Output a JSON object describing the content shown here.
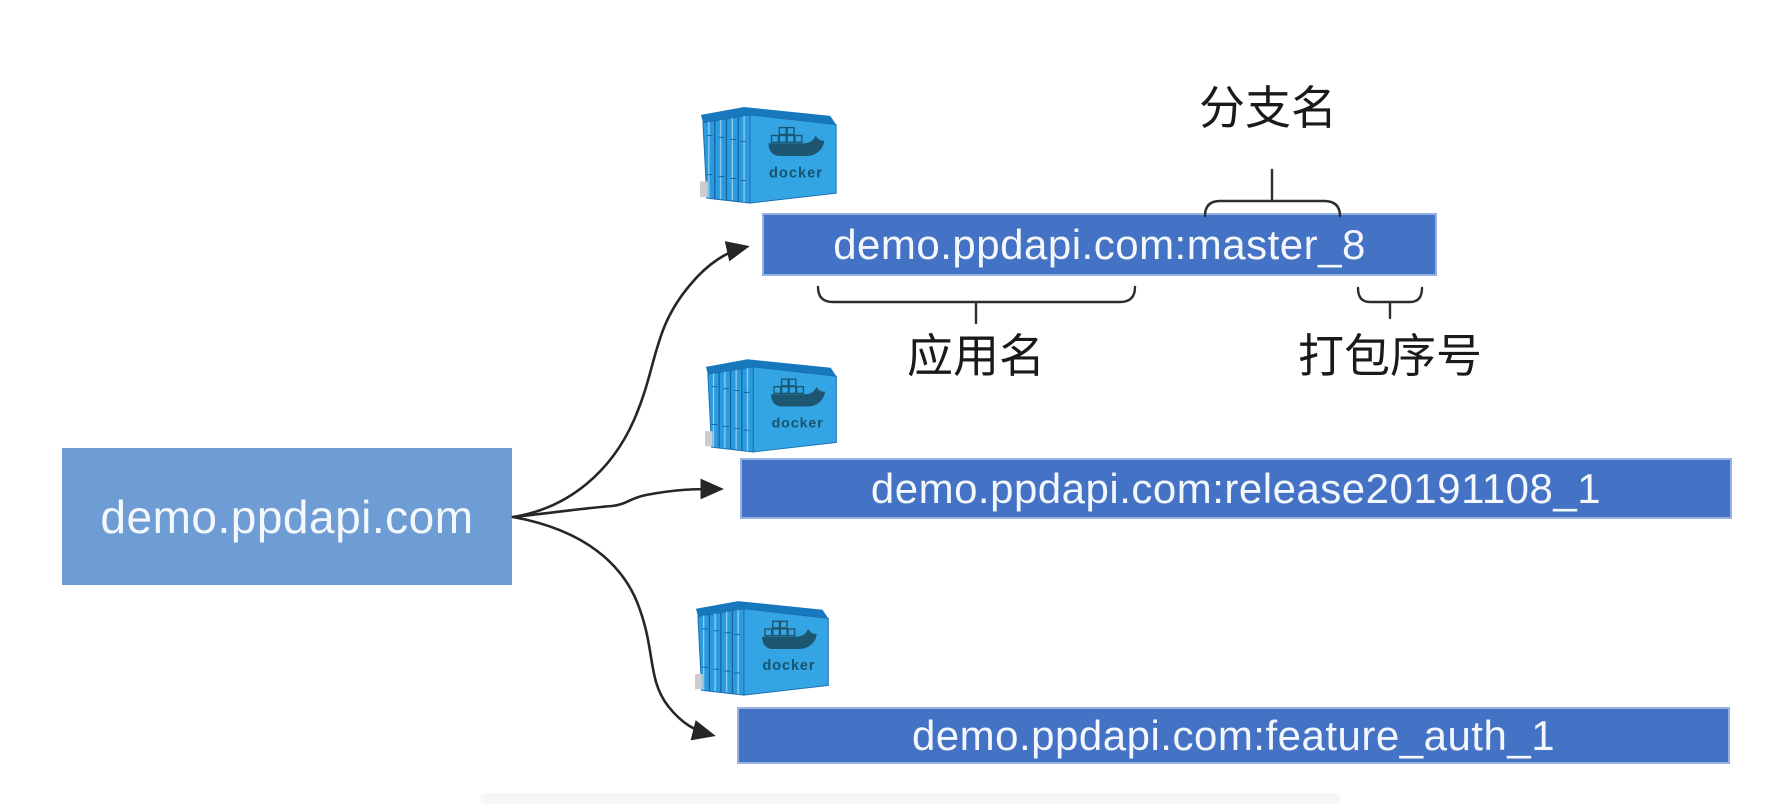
{
  "diagram": {
    "source_box": {
      "label": "demo.ppdapi.com"
    },
    "image_boxes": [
      {
        "label": "demo.ppdapi.com:master_8"
      },
      {
        "label": "demo.ppdapi.com:release20191108_1"
      },
      {
        "label": "demo.ppdapi.com:feature_auth_1"
      }
    ],
    "annotations": {
      "branch_name": "分支名",
      "app_name": "应用名",
      "package_seq": "打包序号"
    },
    "docker_text": "docker",
    "colors": {
      "source_box_bg": "#6D9DD4",
      "image_box_bg": "#4472C4",
      "image_box_border": "#94B3E2",
      "box_text": "#F4F7FB",
      "annotation_text": "#1A1A1A",
      "arrow_stroke": "#262626",
      "container_side": "#33A5E5",
      "container_door": "#2B9BDF",
      "container_top": "#1878BE",
      "container_logo": "#1D5670"
    }
  }
}
